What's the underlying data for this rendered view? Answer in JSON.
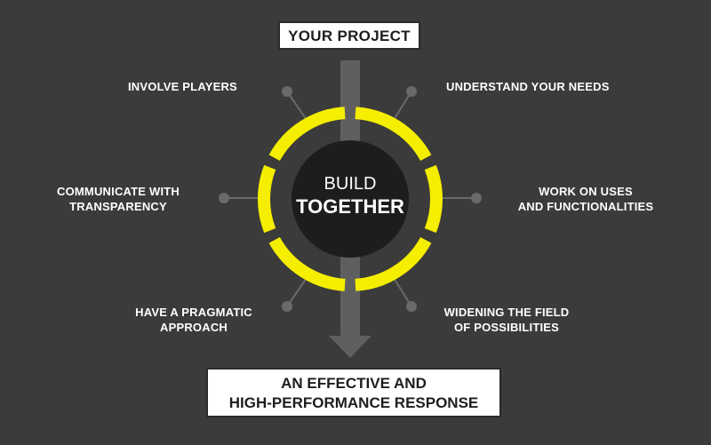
{
  "top_box": {
    "text": "YOUR PROJECT"
  },
  "center": {
    "line1": "BUILD",
    "line2": "TOGETHER"
  },
  "labels": {
    "involve": "INVOLVE PLAYERS",
    "understand": "UNDERSTAND YOUR NEEDS",
    "communicate": [
      "COMMUNICATE WITH",
      "TRANSPARENCY"
    ],
    "work": [
      "WORK ON USES",
      "AND FUNCTIONALITIES"
    ],
    "pragmatic": [
      "HAVE A PRAGMATIC",
      "APPROACH"
    ],
    "widening": [
      "WIDENING THE FIELD",
      "OF POSSIBILITIES"
    ]
  },
  "bottom_box": {
    "line1": "AN EFFECTIVE AND",
    "line2": "HIGH-PERFORMANCE RESPONSE"
  },
  "colors": {
    "background": "#3b3b3b",
    "ring": "#f5ee00",
    "center_disc": "#1f1c1c",
    "connector": "#6a6a6a",
    "arrow": "#5f5f5f"
  }
}
